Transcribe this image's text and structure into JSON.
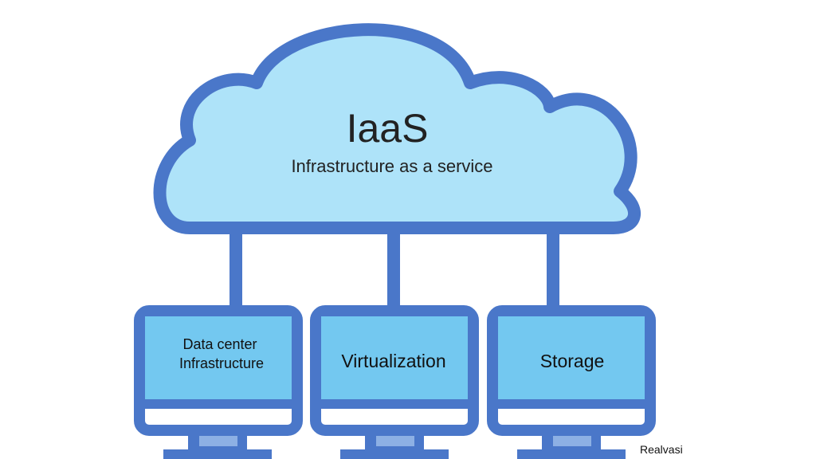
{
  "cloud": {
    "title": "IaaS",
    "subtitle": "Infrastructure as a service"
  },
  "monitors": [
    {
      "line1": "Data center",
      "line2": "Infrastructure"
    },
    {
      "line1": "Virtualization"
    },
    {
      "line1": "Storage"
    }
  ],
  "credit": "Realvasi",
  "colors": {
    "outline": "#4a77c9",
    "cloud_fill": "#aee3f9",
    "screen_fill": "#73c8f0",
    "stand_fill": "#8db0e4",
    "base_fill": "#ffffff"
  }
}
